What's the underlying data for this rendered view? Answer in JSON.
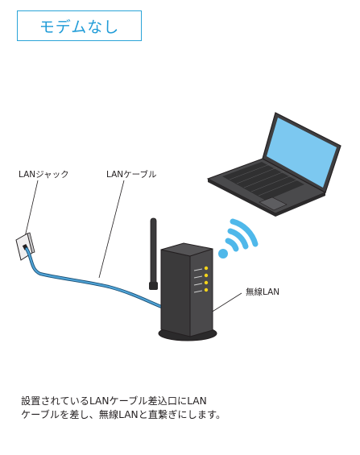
{
  "title": "モデムなし",
  "labels": {
    "lan_jack": "LANジャック",
    "lan_cable": "LANケーブル",
    "wireless_lan": "無線LAN"
  },
  "caption": {
    "line1": "設置されているLANケーブル差込口にLAN",
    "line2": "ケーブルを差し、無線LANと直繋ぎにします。"
  },
  "colors": {
    "title_border": "#2aa4d8",
    "title_text": "#1e9bd7",
    "wifi": "#4fb8ea",
    "cable": "#3d8fc4",
    "laptop_screen": "#7cc8f0",
    "router_body": "#3b3a3b",
    "router_leds": "#f5d41a"
  }
}
